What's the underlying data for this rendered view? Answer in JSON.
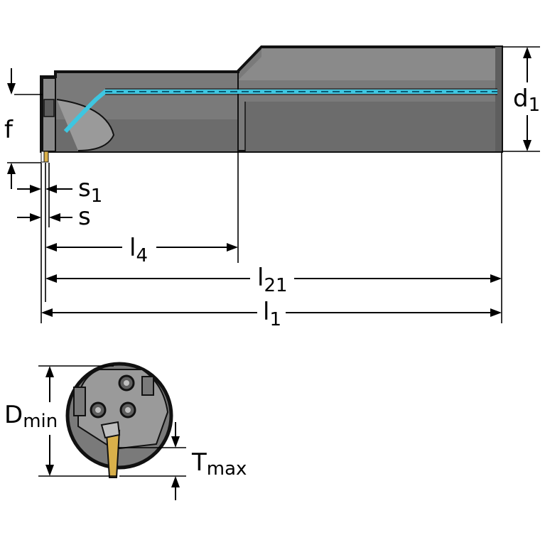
{
  "labels": {
    "d1": {
      "base": "d",
      "sub": "1"
    },
    "f": {
      "base": "f"
    },
    "s1": {
      "base": "s",
      "sub": "1"
    },
    "s": {
      "base": "s"
    },
    "l4": {
      "base": "l",
      "sub": "4"
    },
    "l21": {
      "base": "l",
      "sub": "21"
    },
    "l1": {
      "base": "l",
      "sub": "1"
    },
    "dmin": {
      "base": "D",
      "sub": "min"
    },
    "tmax": {
      "base": "T",
      "sub": "max"
    }
  },
  "colors": {
    "body": "#7a7a7a",
    "body_dark": "#5e5e5e",
    "body_light": "#9a9a9a",
    "coolant": "#3ec6e0",
    "insert": "#d9b04a",
    "outline": "#111111"
  }
}
